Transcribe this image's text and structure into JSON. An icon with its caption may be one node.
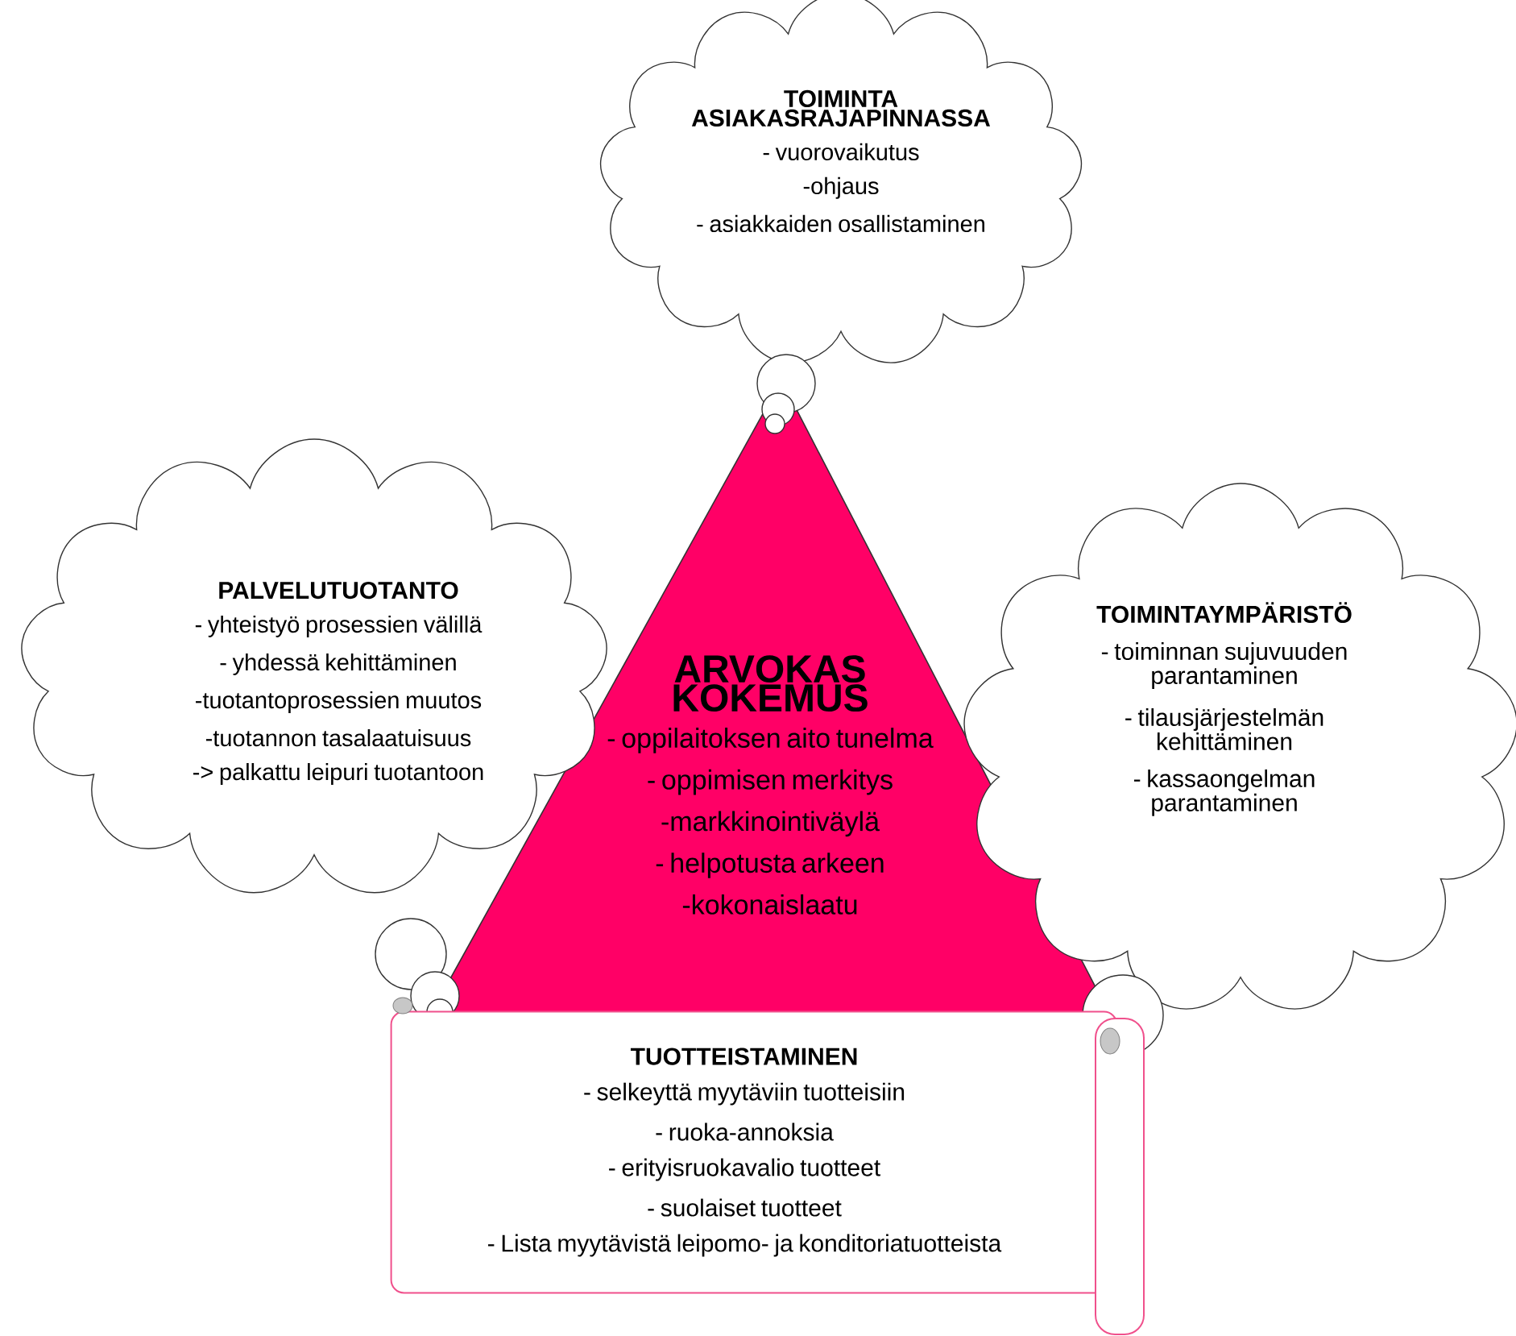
{
  "diagram": {
    "nodes": [
      {
        "text": [
          "TOIMINTA ASIAKASRAJAPINNASSA",
          "- vuorovaikutus",
          "-ohjaus",
          "- asiakkaiden osallistaminen"
        ]
      },
      {
        "text": [
          "PALVELUTUOTANTO",
          "- yhteistyö prosessien välillä",
          "- yhdessä kehittäminen",
          "-tuotantoprosessien muutos",
          "-tuotannon tasalaatuisuus",
          "-> palkattu leipuri tuotantoon"
        ]
      },
      {
        "text": [
          "ARVOKAS KOKEMUS",
          "- oppilaitoksen aito tunelma",
          "- oppimisen merkitys",
          "-markkinointiväylä",
          "- helpotusta arkeen",
          "-kokonaislaatu"
        ]
      },
      {
        "text": [
          "TOIMINTAYMPÄRISTÖ",
          "- toiminnan sujuvuuden parantaminen",
          "- tilausjärjestelmän kehittäminen",
          "- kassaongelman parantaminen"
        ]
      },
      {
        "text": [
          "TUOTTEISTAMINEN",
          "- selkeyttä myytäviin tuotteisiin",
          "- ruoka-annoksia",
          "- erityisruokavalio tuotteet",
          "- suolaiset tuotteet",
          "- Lista myytävistä leipomo- ja konditoriatuotteista"
        ]
      }
    ]
  }
}
